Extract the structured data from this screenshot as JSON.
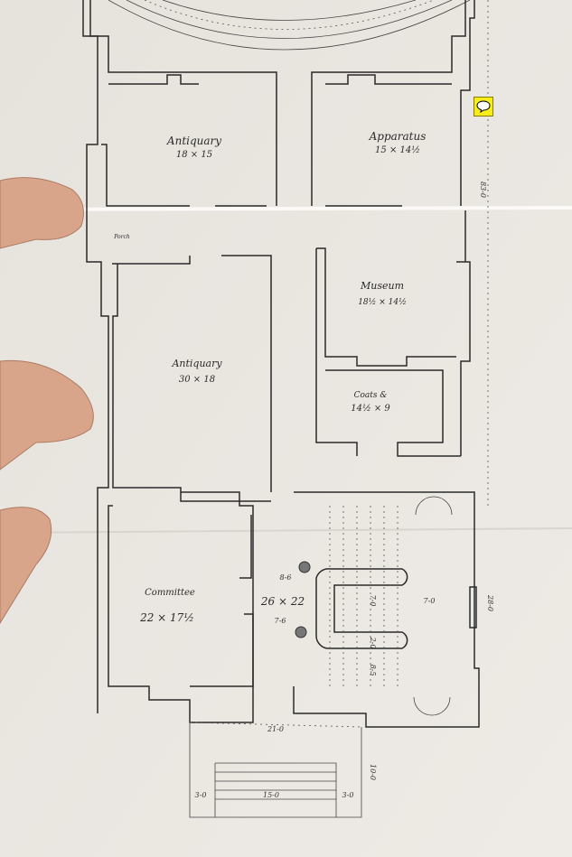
{
  "plan": {
    "rooms": [
      {
        "name": "Antiquary",
        "size": "18 × 15"
      },
      {
        "name": "Apparatus",
        "size": "15 × 14½"
      },
      {
        "name": "Museum",
        "size": "18½ × 14½"
      },
      {
        "name": "Antiquary",
        "size": "30 × 18"
      },
      {
        "name": "Coats &",
        "size": "14½ × 9"
      },
      {
        "name": "Committee",
        "size": "22 × 17½"
      },
      {
        "name": "",
        "size": "26 × 22"
      }
    ],
    "porch": "Porch",
    "dimensions": {
      "overall_length": "83-0",
      "hall_width": "28-0",
      "front": "21-0",
      "steps_depth": "10-0",
      "step_side_left": "3-0",
      "step_width": "15-0",
      "step_side_right": "3-0",
      "hall_left_top": "8-6",
      "hall_left_bottom": "7-6",
      "hall_right": "7-0",
      "stair_run": "7-0",
      "stair_top": "2-0",
      "stair_bottom": "8-5"
    }
  },
  "annotation": {
    "icon": "comment-icon",
    "color": "#f6ee1a"
  },
  "colors": {
    "paper": "#e9e6e0",
    "ink": "#2a2a2a",
    "skin": "#d9a58a"
  }
}
